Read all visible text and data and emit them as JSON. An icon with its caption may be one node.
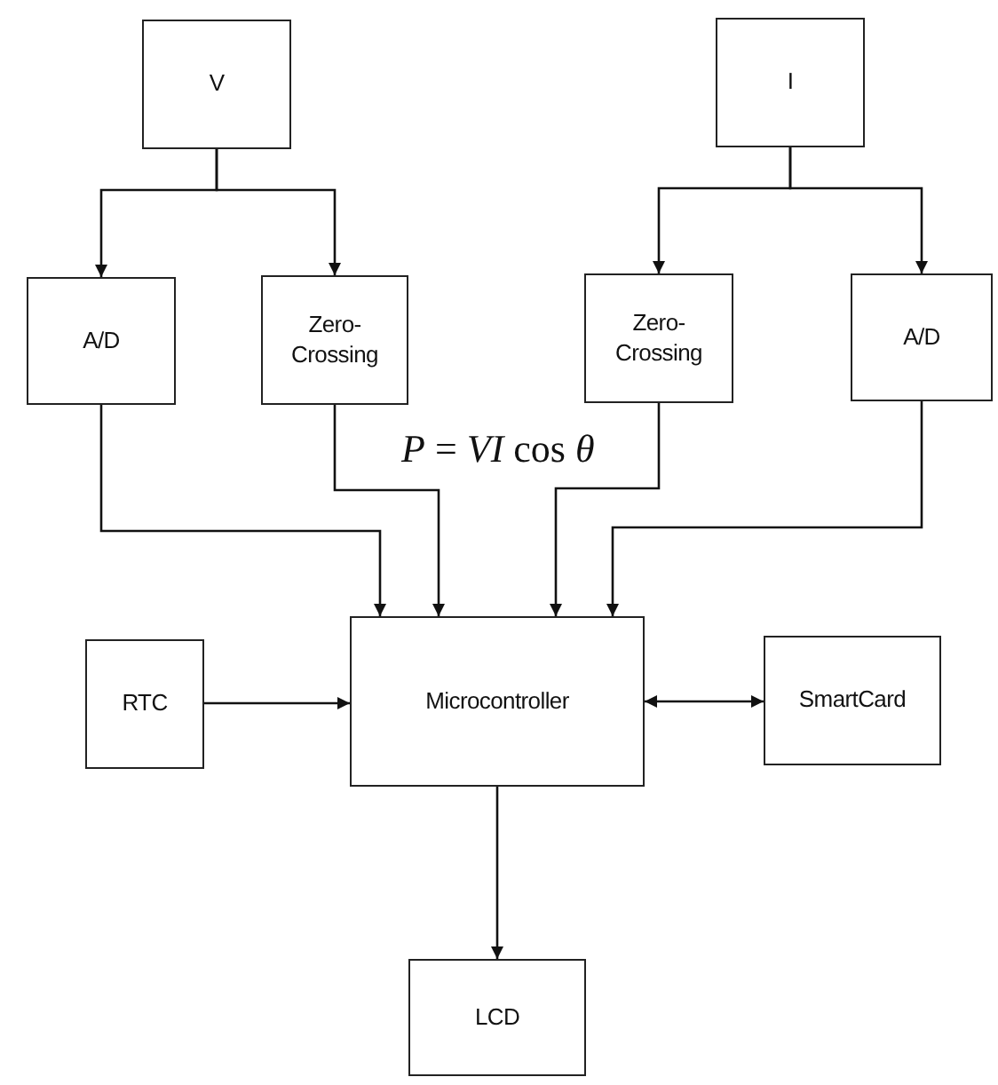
{
  "diagram": {
    "nodes": [
      {
        "text": [
          "V"
        ]
      },
      {
        "text": [
          "I"
        ]
      },
      {
        "text": [
          "A/D"
        ]
      },
      {
        "text": [
          "Zero-Crossing"
        ]
      },
      {
        "text": [
          "Zero-Crossing"
        ]
      },
      {
        "text": [
          "A/D"
        ]
      },
      {
        "text": [
          "RTC"
        ]
      },
      {
        "text": [
          "Microcontroller"
        ]
      },
      {
        "text": [
          "SmartCard"
        ]
      },
      {
        "text": [
          "LCD"
        ]
      }
    ],
    "edges": [
      {
        "from": 0,
        "to": 2,
        "arrow": "to"
      },
      {
        "from": 0,
        "to": 3,
        "arrow": "to"
      },
      {
        "from": 1,
        "to": 4,
        "arrow": "to"
      },
      {
        "from": 1,
        "to": 5,
        "arrow": "to"
      },
      {
        "from": 2,
        "to": 7,
        "arrow": "to"
      },
      {
        "from": 3,
        "to": 7,
        "arrow": "to"
      },
      {
        "from": 4,
        "to": 7,
        "arrow": "to"
      },
      {
        "from": 5,
        "to": 7,
        "arrow": "to"
      },
      {
        "from": 6,
        "to": 7,
        "arrow": "to"
      },
      {
        "from": 7,
        "to": 8,
        "arrow": "both"
      },
      {
        "from": 7,
        "to": 9,
        "arrow": "to"
      }
    ],
    "labels": [
      "*P* = *VI* cos *θ*"
    ]
  }
}
